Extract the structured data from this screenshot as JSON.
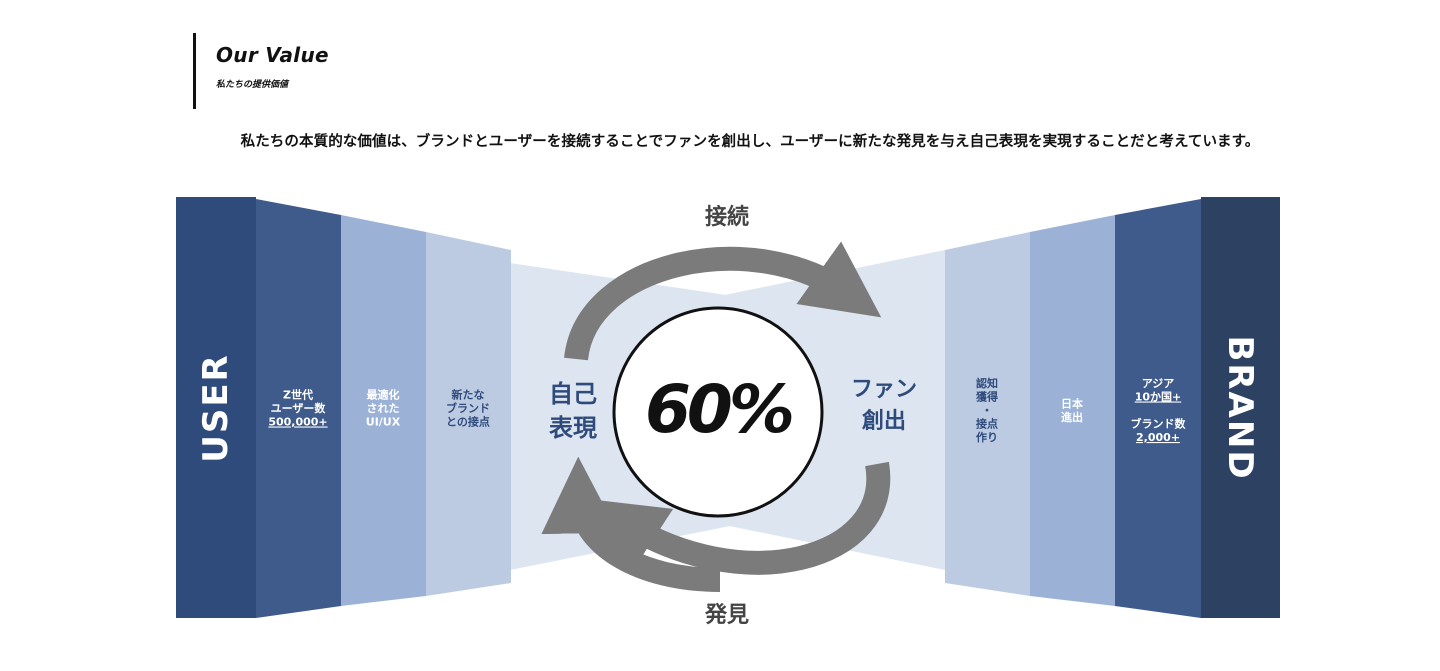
{
  "header": {
    "title": "Our Value",
    "subtitle": "私たちの提供価値"
  },
  "lead": "私たちの本質的な価値は、ブランドとユーザーを接続することでファンを創出し、ユーザーに新たな発見を与え自己表現を実現することだと考えています。",
  "diagram": {
    "user_label": "USER",
    "brand_label": "BRAND",
    "center_value": "60%",
    "cycle": {
      "top": "接続",
      "bottom": "発見",
      "left": [
        "自己",
        "表現"
      ],
      "right": [
        "ファン",
        "創出"
      ]
    },
    "user_panels": [
      {
        "lines": [
          "Z世代",
          "ユーザー数",
          "500,000+"
        ],
        "underline": [
          2
        ]
      },
      {
        "lines": [
          "最適化",
          "された",
          "UI/UX"
        ],
        "underline": []
      },
      {
        "lines": [
          "新たな",
          "ブランド",
          "との接点"
        ],
        "underline": []
      }
    ],
    "brand_panels": [
      {
        "lines": [
          "認知",
          "獲得",
          "・",
          "接点",
          "作り"
        ],
        "underline": []
      },
      {
        "lines": [
          "日本",
          "進出"
        ],
        "underline": []
      },
      {
        "lines": [
          "アジア",
          "10か国+",
          "",
          "ブランド数",
          "2,000+"
        ],
        "underline": [
          1,
          4
        ]
      }
    ]
  },
  "colors": {
    "user_bar": "#2f4b7c",
    "brand_bar": "#2d4262",
    "panel_dark": "#3e5b8b",
    "panel_mid": "#9bb2d6",
    "panel_light": "#bccbe2",
    "funnel": "#dde5f1",
    "arrow": "#7b7b7b",
    "cycle_text": "#2f4b7c"
  }
}
